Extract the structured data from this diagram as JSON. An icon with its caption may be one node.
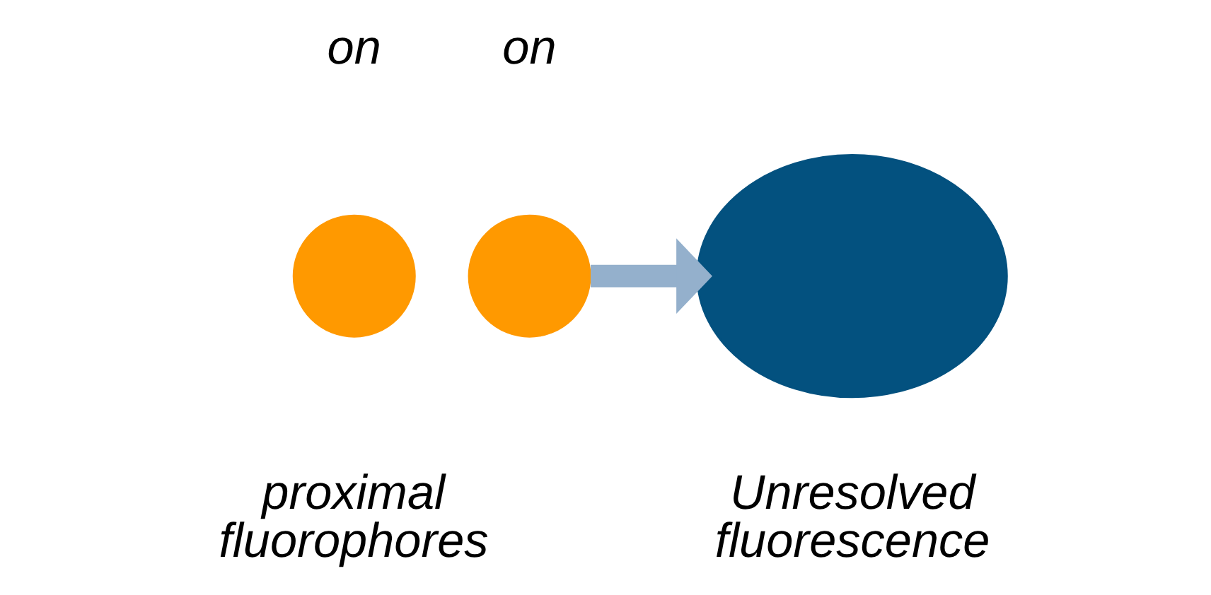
{
  "diagram": {
    "nodes": [
      {
        "text": [],
        "shape": "circle",
        "beside": [
          "on"
        ]
      },
      {
        "text": [],
        "shape": "circle",
        "beside": [
          "on"
        ]
      },
      {
        "text": [],
        "shape": "ellipse"
      }
    ],
    "edges": [
      {
        "from": 1,
        "to": 2,
        "arrow": "to",
        "color": "#94b0cc"
      }
    ],
    "labels": [
      "proximal fluorophores",
      "Unresolved fluorescence"
    ]
  }
}
